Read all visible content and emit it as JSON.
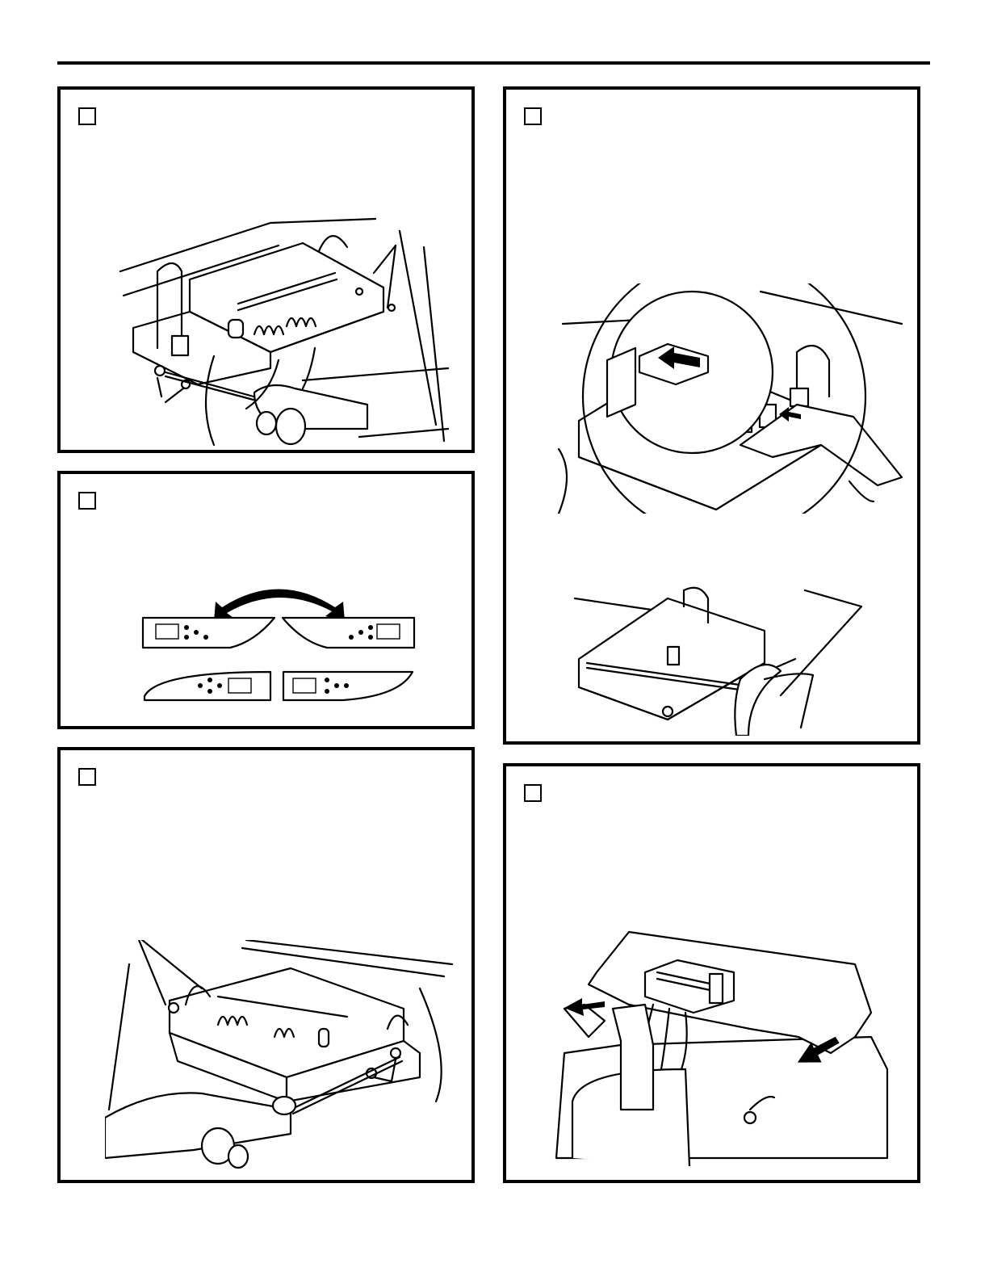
{
  "page": {
    "steps": [
      {
        "id": "step-1",
        "illustration": "unscrew-control-board-front"
      },
      {
        "id": "step-2",
        "illustration": "panel-orientation-arrow"
      },
      {
        "id": "step-3",
        "illustration": "unscrew-control-board-rear"
      },
      {
        "id": "step-4",
        "illustration": "connector-plug-insertion"
      },
      {
        "id": "step-5",
        "illustration": "install-console-cover"
      }
    ]
  },
  "colors": {
    "ink": "#000000",
    "paper": "#ffffff"
  }
}
